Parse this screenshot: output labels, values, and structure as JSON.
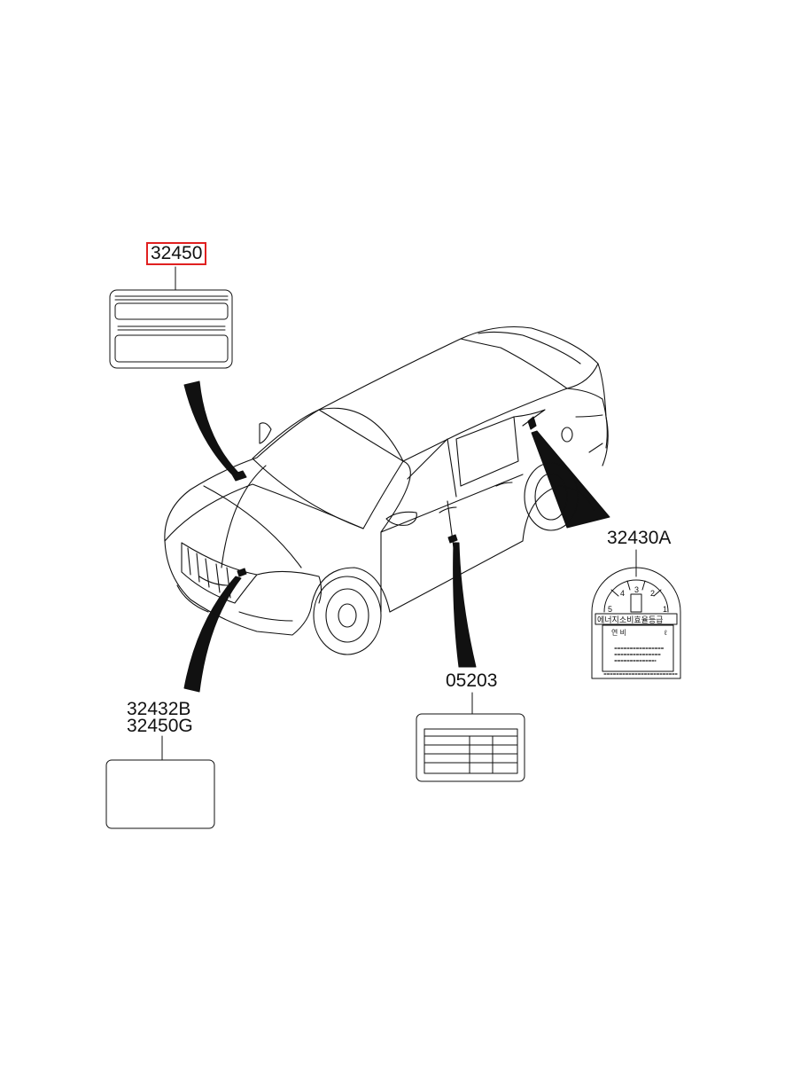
{
  "diagram": {
    "callouts": [
      {
        "id": "c1",
        "text": "32450",
        "selected": true
      },
      {
        "id": "c2",
        "text": "32430A",
        "selected": false
      },
      {
        "id": "c3a",
        "text": "32432B",
        "selected": false
      },
      {
        "id": "c3b",
        "text": "32450G",
        "selected": false
      },
      {
        "id": "c4",
        "text": "05203",
        "selected": false
      }
    ],
    "highlight_color": "#e02020",
    "line_color": "#111111"
  },
  "fuel_label": {
    "dial_numbers": [
      "5",
      "4",
      "3",
      "2",
      "1"
    ],
    "header_text": "에너지소비효율등급",
    "line1": "연 비",
    "line1_unit": "ℓ"
  }
}
